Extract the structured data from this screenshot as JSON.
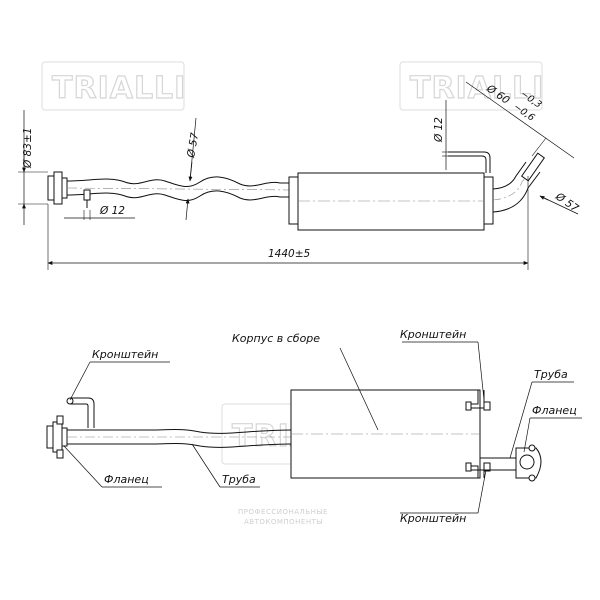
{
  "watermark": {
    "brand": "TRIALLI",
    "subtitle_1": "ПРОФЕССИОНАЛЬНЫЕ",
    "subtitle_2": "АВТОКОМПОНЕНТЫ"
  },
  "dimensions": {
    "flange_dia": "Ø 83±1",
    "pipe_dia_57_left": "Ø 57",
    "bracket_rod_left": "Ø 12",
    "bracket_rod_right": "Ø 12",
    "outlet_dia_main": "Ø 60",
    "outlet_tol_upper": "−0,3",
    "outlet_tol_lower": "−0,6",
    "pipe_dia_57_right": "Ø 57",
    "overall_length": "1440±5"
  },
  "labels": {
    "body_assembly": "Корпус в сборе",
    "bracket_top_left": "Кронштейн",
    "bracket_top_right": "Кронштейн",
    "bracket_bottom_right": "Кронштейн",
    "flange_left": "Фланец",
    "flange_right": "Фланец",
    "pipe_left": "Труба",
    "pipe_right": "Труба"
  }
}
